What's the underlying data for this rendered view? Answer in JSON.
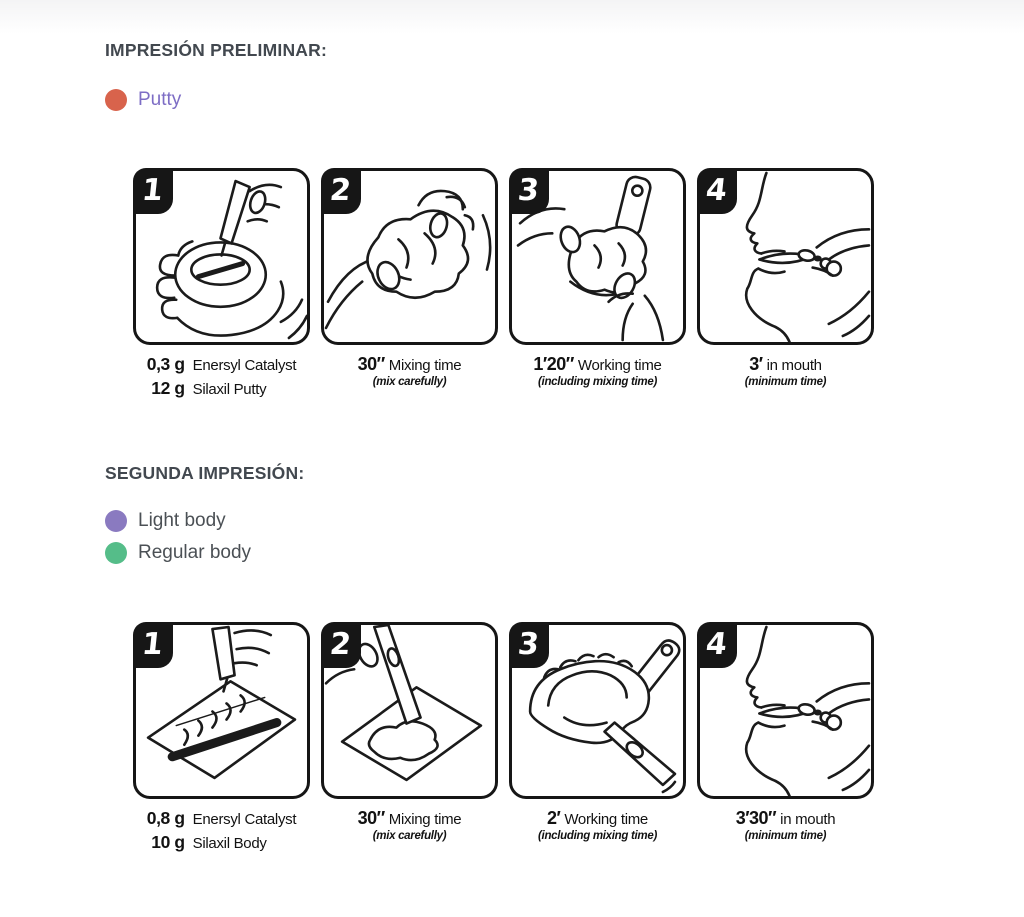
{
  "colors": {
    "heading": "#42484f",
    "caption_text": "#121212",
    "line_art": "#1b1b1b",
    "putty_dot": "#d8634c",
    "putty_label": "#7d6dc5",
    "light_body_dot": "#8a7ac0",
    "regular_body_dot": "#55bd89",
    "legend_label": "#4b5055"
  },
  "sections": [
    {
      "heading": "IMPRESIÓN PRELIMINAR:",
      "legend": [
        {
          "label": "Putty",
          "dot_color": "#d8634c"
        }
      ],
      "panels": [
        {
          "number": "1",
          "icon": "catalyst-on-putty-in-hand",
          "amounts": [
            {
              "qty": "0,3 g",
              "name": "Enersyl Catalyst"
            },
            {
              "qty": "12 g",
              "name": "Silaxil Putty"
            }
          ]
        },
        {
          "number": "2",
          "icon": "hands-kneading-putty",
          "time": "30″",
          "label": "Mixing time",
          "note": "(mix carefully)"
        },
        {
          "number": "3",
          "icon": "loading-putty-into-tray",
          "time": "1′20″",
          "label": "Working time",
          "note": "(including mixing time)"
        },
        {
          "number": "4",
          "icon": "tray-inserted-in-mouth",
          "time": "3′",
          "label": "in mouth",
          "note": "(minimum time)"
        }
      ]
    },
    {
      "heading": "SEGUNDA IMPRESIÓN:",
      "legend": [
        {
          "label": "Light body",
          "dot_color": "#8a7ac0"
        },
        {
          "label": "Regular body",
          "dot_color": "#55bd89"
        }
      ],
      "panels": [
        {
          "number": "1",
          "icon": "catalyst-on-mixing-pad",
          "amounts": [
            {
              "qty": "0,8 g",
              "name": "Enersyl Catalyst"
            },
            {
              "qty": "10 g",
              "name": "Silaxil Body"
            }
          ]
        },
        {
          "number": "2",
          "icon": "spatula-mixing-on-pad",
          "time": "30″",
          "label": "Mixing time",
          "note": "(mix carefully)"
        },
        {
          "number": "3",
          "icon": "spatula-loading-tray",
          "time": "2′",
          "label": "Working time",
          "note": "(including mixing time)"
        },
        {
          "number": "4",
          "icon": "tray-inserted-in-mouth",
          "time": "3′30″",
          "label": "in mouth",
          "note": "(minimum time)"
        }
      ]
    }
  ]
}
